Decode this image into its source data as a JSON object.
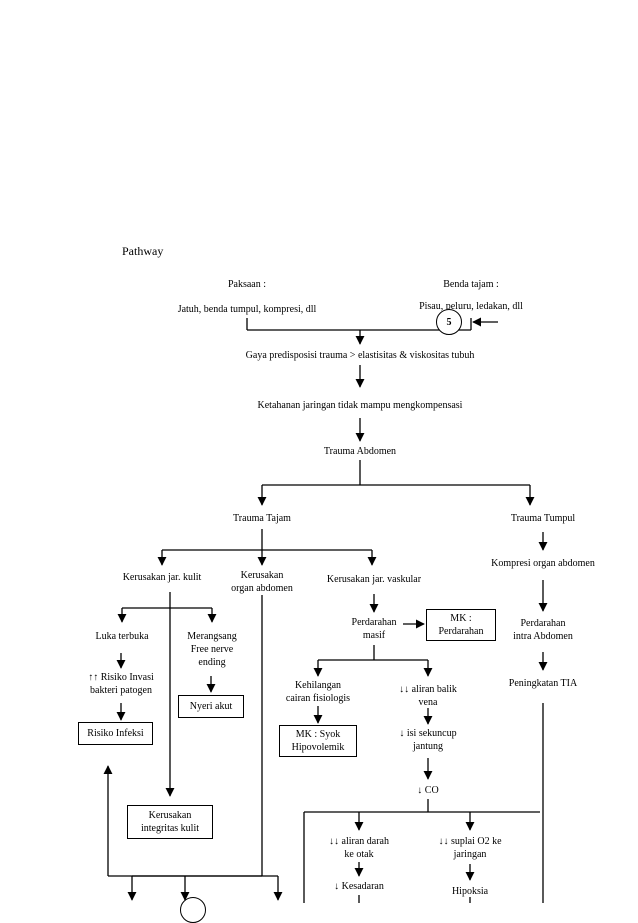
{
  "heading": "Pathway",
  "nodes": {
    "paksaan": "Paksaan :",
    "jatuh": "Jatuh, benda tumpul, kompresi,  dll",
    "benda_tajam": "Benda tajam :",
    "pisau": "Pisau, peluru, ledakan, dll",
    "gaya": "Gaya predisposisi trauma > elastisitas & viskositas tubuh",
    "ketahanan": "Ketahanan jaringan tidak mampu mengkompensasi",
    "trauma_abdomen": "Trauma Abdomen",
    "trauma_tajam": "Trauma Tajam",
    "circle_5": "5",
    "trauma_tumpul": "Trauma Tumpul",
    "kompresi": "Kompresi organ abdomen",
    "kerusakan_kulit": "Kerusakan jar. kulit",
    "kerusakan_organ_1": "Kerusakan",
    "kerusakan_organ_2": "organ abdomen",
    "kerusakan_vaskular": "Kerusakan jar. vaskular",
    "luka": "Luka terbuka",
    "merangsang_1": "Merangsang",
    "merangsang_2": "Free nerve",
    "merangsang_3": "ending",
    "perdarahan_masif_1": "Perdarahan",
    "perdarahan_masif_2": "masif",
    "mk_perdarahan_1": "MK :",
    "mk_perdarahan_2": "Perdarahan",
    "perdarahan_intra_1": "Perdarahan",
    "perdarahan_intra_2": "intra Abdomen",
    "risiko_invasi_1": "↑↑ Risiko Invasi",
    "risiko_invasi_2": "bakteri patogen",
    "nyeri": "Nyeri akut",
    "kehilangan_1": "Kehilangan",
    "kehilangan_2": "cairan fisiologis",
    "aliran_balik_1": "↓↓ aliran balik",
    "aliran_balik_2": "vena",
    "peningkatan_tia": "Peningkatan TIA",
    "risiko_infeksi": "Risiko Infeksi",
    "mk_syok_1": "MK : Syok",
    "mk_syok_2": "Hipovolemik",
    "isi_sekuncup_1": "↓ isi sekuncup",
    "isi_sekuncup_2": "jantung",
    "co": "↓ CO",
    "integritas_1": "Kerusakan",
    "integritas_2": "integritas kulit",
    "aliran_darah_1": "↓↓ aliran darah",
    "aliran_darah_2": "ke otak",
    "suplai_1": "↓↓ suplai O2 ke",
    "suplai_2": "jaringan",
    "kesadaran": "↓ Kesadaran",
    "hipoksia": "Hipoksia"
  }
}
